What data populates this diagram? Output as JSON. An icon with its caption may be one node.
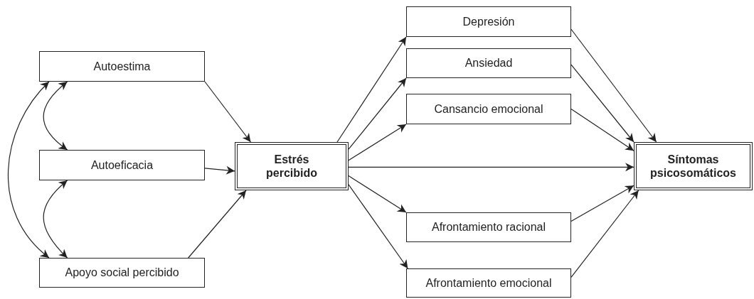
{
  "diagram": {
    "nodes": [
      {
        "text": [
          "Autoestima"
        ]
      },
      {
        "text": [
          "Autoeficacia"
        ]
      },
      {
        "text": [
          "Apoyo social percibido"
        ]
      },
      {
        "text": [
          "Estrés percibido"
        ]
      },
      {
        "text": [
          "Depresión"
        ]
      },
      {
        "text": [
          "Ansiedad"
        ]
      },
      {
        "text": [
          "Cansancio emocional"
        ]
      },
      {
        "text": [
          "Afrontamiento racional"
        ]
      },
      {
        "text": [
          "Afrontamiento emocional"
        ]
      },
      {
        "text": [
          "Síntomas psicosomáticos"
        ]
      }
    ],
    "edges": [
      {
        "from": 0,
        "to": 1,
        "arrow": "both"
      },
      {
        "from": 0,
        "to": 2,
        "arrow": "both"
      },
      {
        "from": 1,
        "to": 2,
        "arrow": "both"
      },
      {
        "from": 0,
        "to": 3,
        "arrow": "to"
      },
      {
        "from": 1,
        "to": 3,
        "arrow": "to"
      },
      {
        "from": 2,
        "to": 3,
        "arrow": "to"
      },
      {
        "from": 3,
        "to": 4,
        "arrow": "to"
      },
      {
        "from": 3,
        "to": 5,
        "arrow": "to"
      },
      {
        "from": 3,
        "to": 6,
        "arrow": "to"
      },
      {
        "from": 3,
        "to": 9,
        "arrow": "to"
      },
      {
        "from": 3,
        "to": 7,
        "arrow": "to"
      },
      {
        "from": 3,
        "to": 8,
        "arrow": "to"
      },
      {
        "from": 4,
        "to": 9,
        "arrow": "to"
      },
      {
        "from": 5,
        "to": 9,
        "arrow": "to"
      },
      {
        "from": 6,
        "to": 9,
        "arrow": "to"
      },
      {
        "from": 7,
        "to": 9,
        "arrow": "to"
      },
      {
        "from": 8,
        "to": 9,
        "arrow": "to"
      }
    ]
  }
}
